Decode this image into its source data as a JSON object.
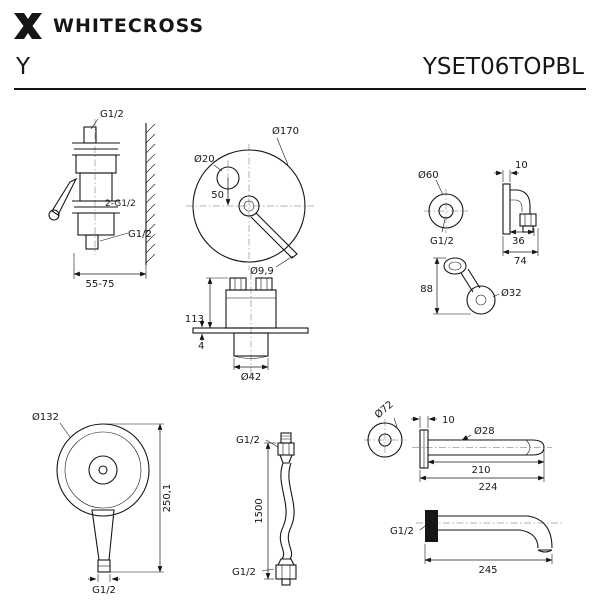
{
  "header": {
    "brand": "WHITECROSS",
    "series": "Y",
    "model": "YSET06TOPBL"
  },
  "icons": {
    "logo": "whitecross-x-logo"
  },
  "colors": {
    "ink": "#161616",
    "background": "#ffffff"
  },
  "mixer_side": {
    "dim_top_thread": "G1/2",
    "dim_side_threads": "2-G1/2",
    "dim_bottom_thread": "G1/2",
    "dim_depth_range": "55-75"
  },
  "plate_front": {
    "dim_plate": "Ø170",
    "dim_hole": "Ø20",
    "dim_offset": "50",
    "dim_lever": "Ø9,9"
  },
  "wall_elbow": {
    "dim_flange": "Ø60",
    "dim_plate_thickness": "10",
    "dim_thread": "G1/2",
    "dim_body": "36",
    "dim_depth": "74"
  },
  "holder": {
    "dim_height": "88",
    "dim_plate": "Ø32"
  },
  "mixer_top": {
    "dim_height": "113",
    "dim_plate_thickness": "4",
    "dim_sleeve": "Ø42"
  },
  "hand_shower": {
    "dim_head": "Ø132",
    "dim_length": "250,1",
    "dim_thread": "G1/2"
  },
  "hose": {
    "dim_top_thread": "G1/2",
    "dim_length": "1500",
    "dim_bottom_thread": "G1/2"
  },
  "spout_top": {
    "dim_flange": "Ø72",
    "dim_plate_thickness": "10",
    "dim_tube": "Ø28",
    "dim_reach": "210",
    "dim_total": "224"
  },
  "spout_side": {
    "dim_thread": "G1/2",
    "dim_length": "245"
  }
}
